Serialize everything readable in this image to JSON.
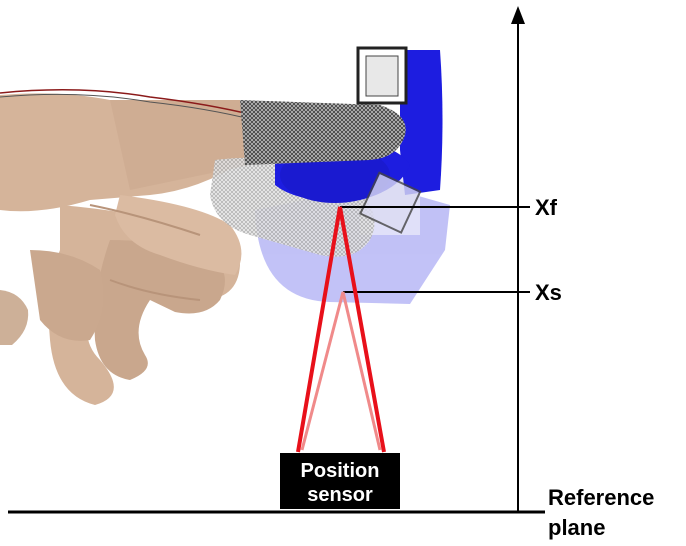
{
  "labels": {
    "xf": "Xf",
    "xs": "Xs",
    "sensor_line1": "Position",
    "sensor_line2": "sensor",
    "reference_line1": "Reference",
    "reference_line2": "plane"
  },
  "colors": {
    "beam": "#e8101a",
    "beam_reflection": "#f08a8a",
    "device_blue": "#1d1de0",
    "device_blue_light": "#8f8ff0",
    "skin": "#d5b49a",
    "skin_shadow": "#b8947a",
    "sensor_box": "#000000",
    "axis": "#000000"
  },
  "icons": {
    "axis_arrow": "arrow-up-icon",
    "sensor": "position-sensor-icon"
  }
}
